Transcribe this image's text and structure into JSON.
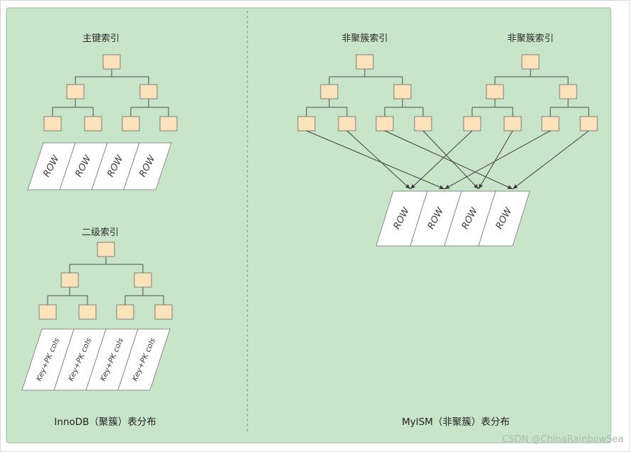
{
  "colors": {
    "panel_background": "#c9e5c9",
    "node_fill": "#fde3bb",
    "node_border": "#7f7f7f",
    "line": "#4d4d4d",
    "row_fill": "#ffffff",
    "watermark": "#a9bcae"
  },
  "left": {
    "primary_index_label": "主键索引",
    "secondary_index_label": "二级索引",
    "primary_rows": [
      "ROW",
      "ROW",
      "ROW",
      "ROW"
    ],
    "secondary_rows": [
      "Key+PK cols",
      "Key+PK cols",
      "Key+PK cols",
      "Key+PK cols"
    ],
    "caption": "InnoDB（聚簇）表分布"
  },
  "right": {
    "index1_label": "非聚簇索引",
    "index2_label": "非聚簇索引",
    "rows": [
      "ROW",
      "ROW",
      "ROW",
      "ROW"
    ],
    "caption": "MyISM（非聚簇）表分布"
  },
  "watermark": "CSDN @ChinaRainbowSea"
}
